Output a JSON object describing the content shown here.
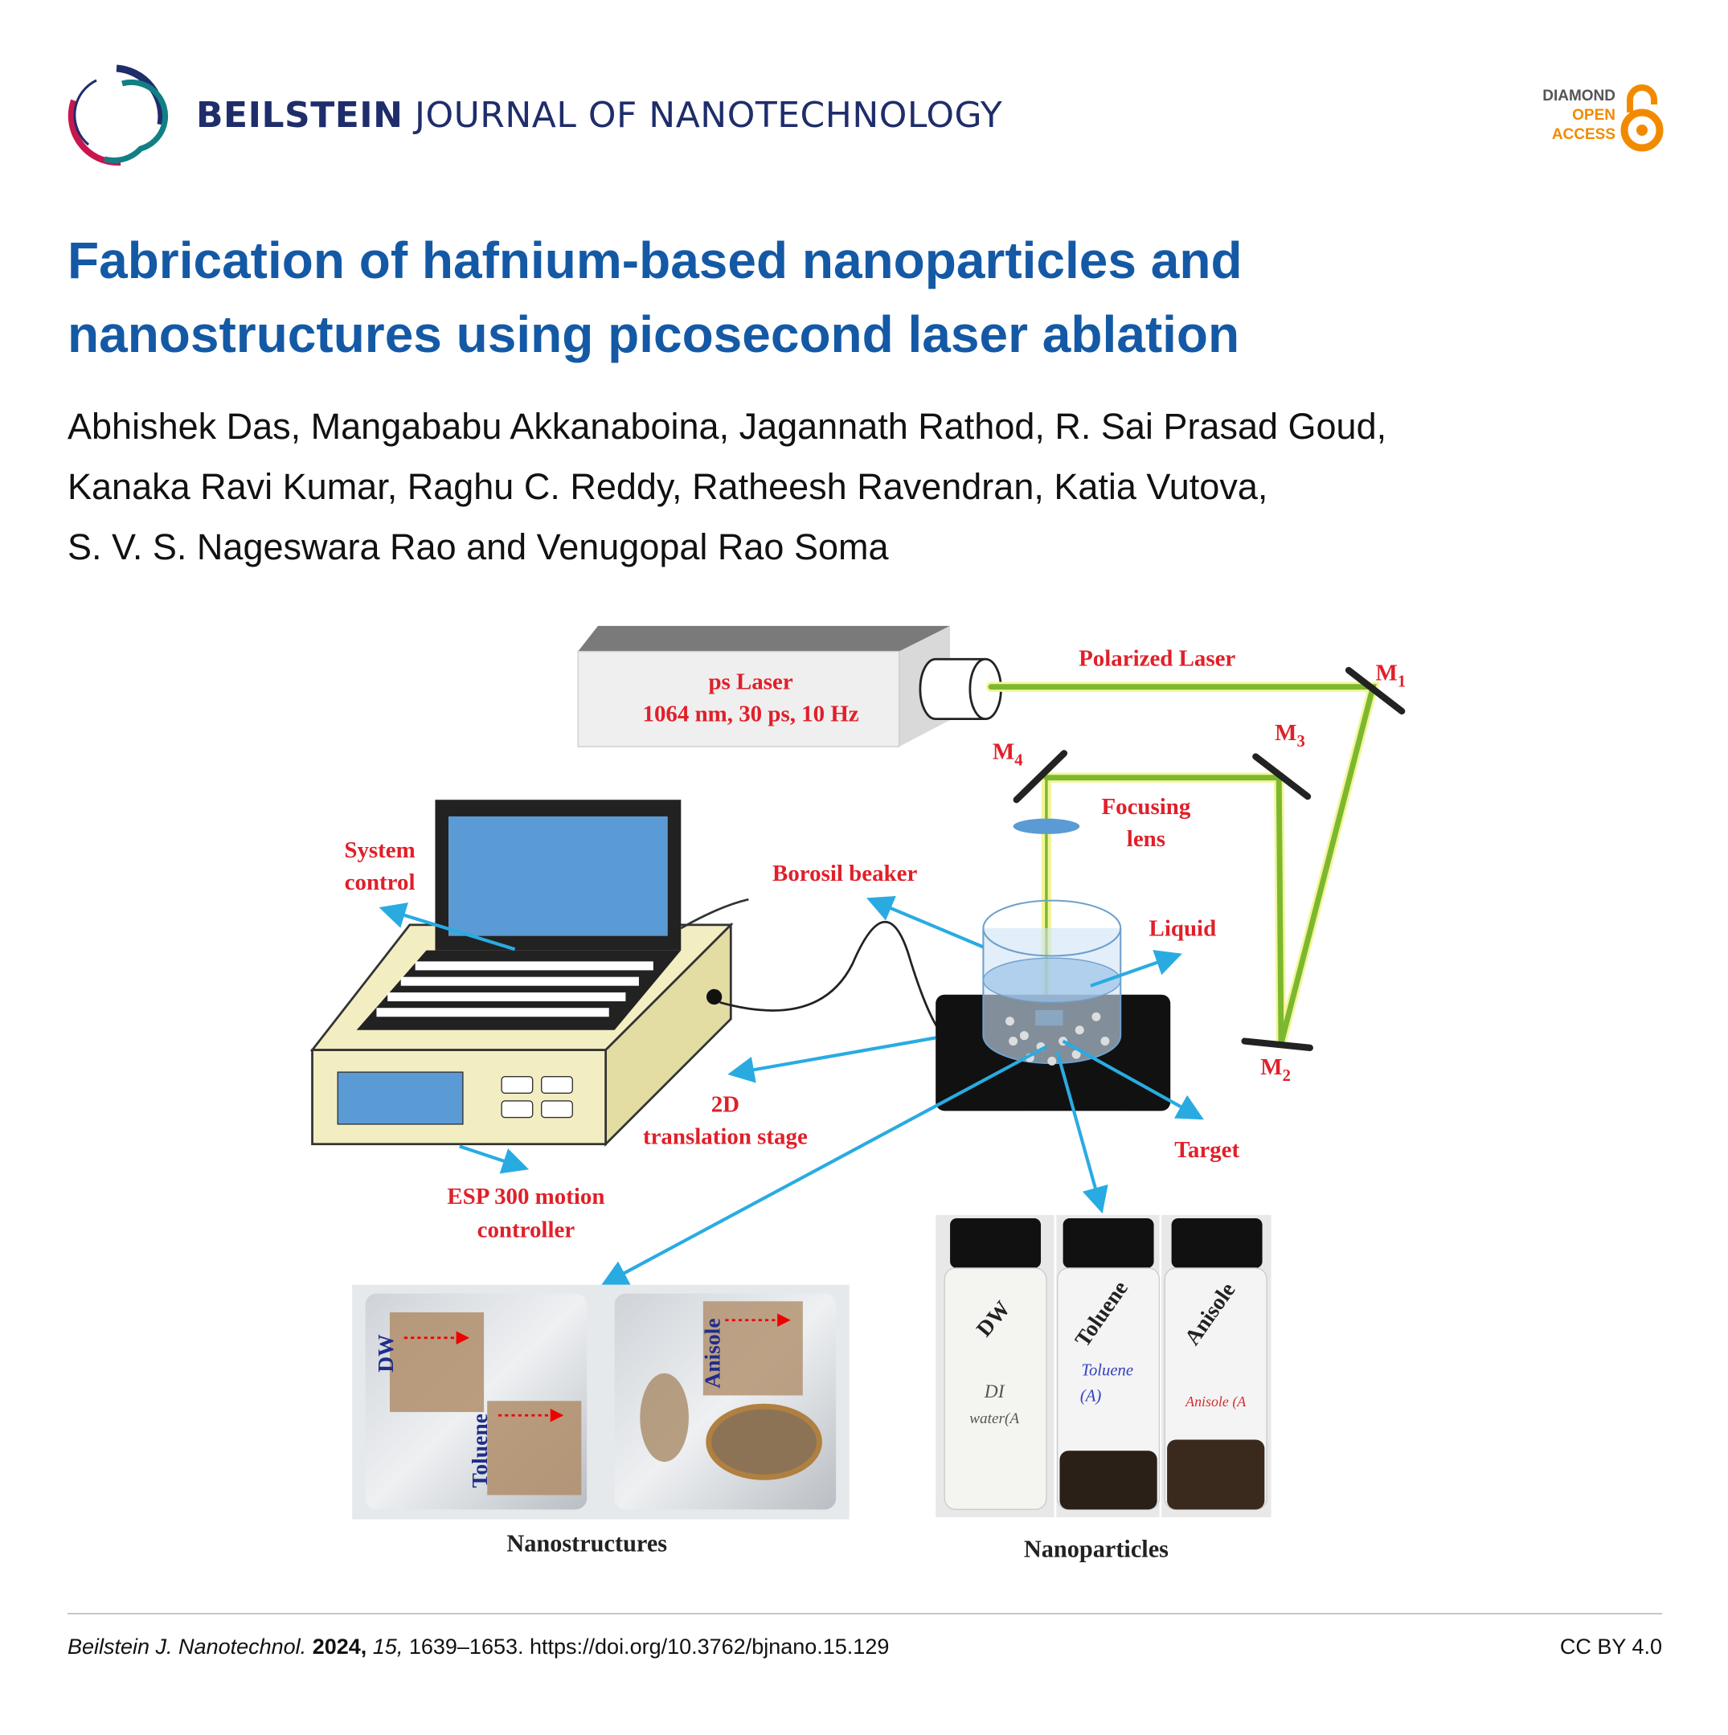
{
  "header": {
    "journal_bold": "BEILSTEIN",
    "journal_rest": "JOURNAL OF NANOTECHNOLOGY",
    "oa_badge": {
      "line1": "DIAMOND",
      "line2": "OPEN",
      "line3": "ACCESS"
    }
  },
  "article": {
    "title_line1": "Fabrication of hafnium-based nanoparticles and",
    "title_line2": "nanostructures using picosecond laser ablation",
    "authors_line1": "Abhishek Das, Mangababu Akkanaboina, Jagannath Rathod, R. Sai Prasad Goud,",
    "authors_line2": "Kanaka Ravi Kumar, Raghu C. Reddy, Ratheesh Ravendran, Katia Vutova,",
    "authors_line3": "S. V. S. Nageswara Rao and Venugopal Rao Soma"
  },
  "figure": {
    "laser_name": "ps Laser",
    "laser_specs": "1064 nm, 30 ps, 10 Hz",
    "beam_label": "Polarized Laser",
    "mirrors": {
      "m1": "M",
      "m1_sub": "1",
      "m2": "M",
      "m2_sub": "2",
      "m3": "M",
      "m3_sub": "3",
      "m4": "M",
      "m4_sub": "4"
    },
    "focusing_lens_1": "Focusing",
    "focusing_lens_2": "lens",
    "system_control_1": "System",
    "system_control_2": "control",
    "beaker": "Borosil beaker",
    "liquid": "Liquid",
    "stage_1": "2D",
    "stage_2": "translation stage",
    "target": "Target",
    "controller_1": "ESP 300 motion",
    "controller_2": "controller",
    "nanostructures": "Nanostructures",
    "nanoparticles": "Nanoparticles",
    "sample_labels": {
      "dw": "DW",
      "toluene": "Toluene",
      "anisole": "Anisole"
    },
    "vial_labels": {
      "dw": "DW",
      "toluene": "Toluene",
      "anisole": "Anisole"
    },
    "vial_handwriting": {
      "dw_1": "DI",
      "dw_2": "water(A",
      "toluene_1": "Toluene",
      "toluene_2": "(A)",
      "anisole": "Anisole (A"
    },
    "colors": {
      "label_red": "#e0202a",
      "arrow_blue": "#29abe2",
      "beam_green": "#7cb82f"
    }
  },
  "footer": {
    "journal_abbrev": "Beilstein J. Nanotechnol.",
    "year": "2024,",
    "volume": "15,",
    "pages_doi": "1639–1653. https://doi.org/10.3762/bjnano.15.129",
    "license": "CC BY 4.0"
  }
}
